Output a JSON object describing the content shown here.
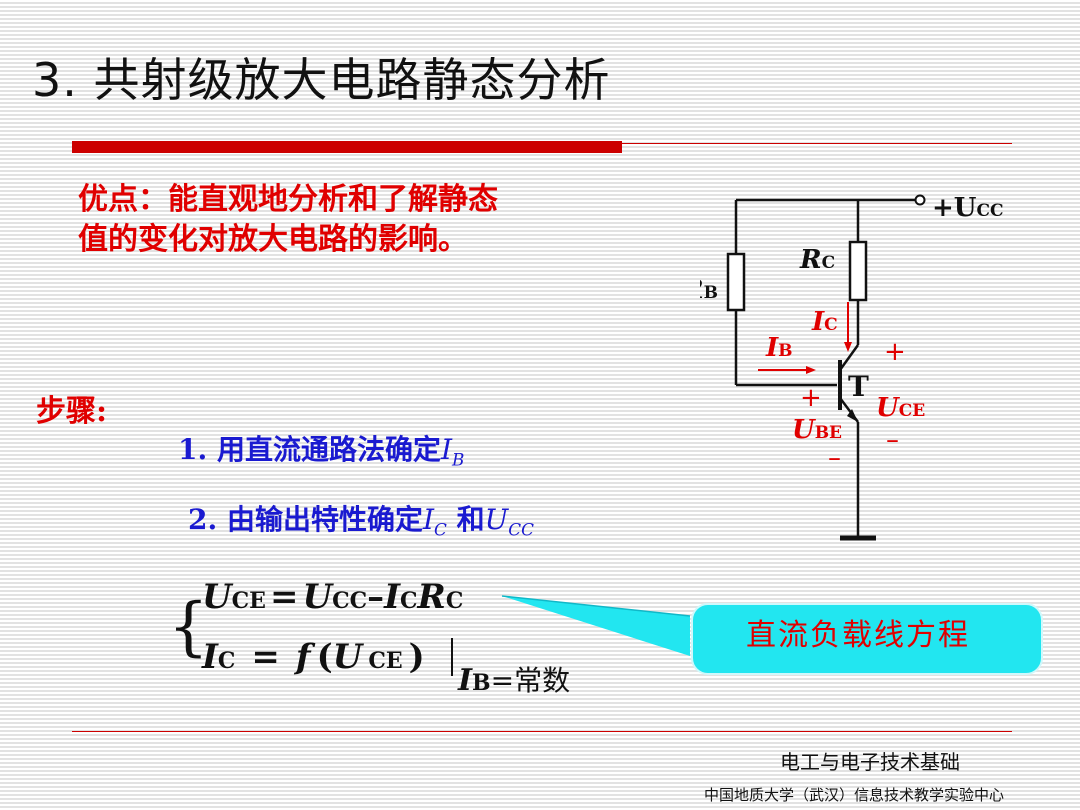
{
  "title": "3. 共射级放大电路静态分析",
  "advantage_line1": "优点：能直观地分析和了解静态",
  "advantage_line2": "值的变化对放大电路的影响。",
  "steps_label": "步骤:",
  "step1": {
    "prefix": "1. 用直流通路法确定",
    "var": "I",
    "sub": "B"
  },
  "step2": {
    "prefix": "2. 由输出特性确定",
    "var1": "I",
    "sub1": "C",
    "mid": " 和",
    "var2": "U",
    "sub2": "CC"
  },
  "circuit": {
    "supply": "+U",
    "supply_sub": "CC",
    "rb": "R",
    "rb_sub": "B",
    "rc": "R",
    "rc_sub": "C",
    "ib": "I",
    "ib_sub": "B",
    "ic": "I",
    "ic_sub": "C",
    "transistor": "T",
    "ube": "U",
    "ube_sub": "BE",
    "uce": "U",
    "uce_sub": "CE",
    "plus": "+",
    "minus": "–"
  },
  "equation": {
    "line1": {
      "u": "U",
      "u_sub": "CE",
      "eq": "=",
      "ucc": "U",
      "ucc_sub": "CC",
      "minus": "–",
      "i": "I",
      "i_sub": "C",
      "r": "R",
      "r_sub": "C"
    },
    "line2": {
      "i": "I",
      "i_sub": "C",
      "eq": "=",
      "f": "f",
      "lp": "(",
      "u": "U",
      "u_sub": "CE",
      "rp": ")",
      "cond": "I",
      "cond_sub": "B",
      "cond_eq": "=常数"
    }
  },
  "callout": "直流负载线方程",
  "footer": {
    "course": "电工与电子技术基础",
    "org": "中国地质大学（武汉）信息技术教学实验中心"
  },
  "colors": {
    "accent_red": "#cc0000",
    "text_red": "#e00000",
    "text_blue": "#1a1ad0",
    "callout_fill": "#22e6f0"
  }
}
